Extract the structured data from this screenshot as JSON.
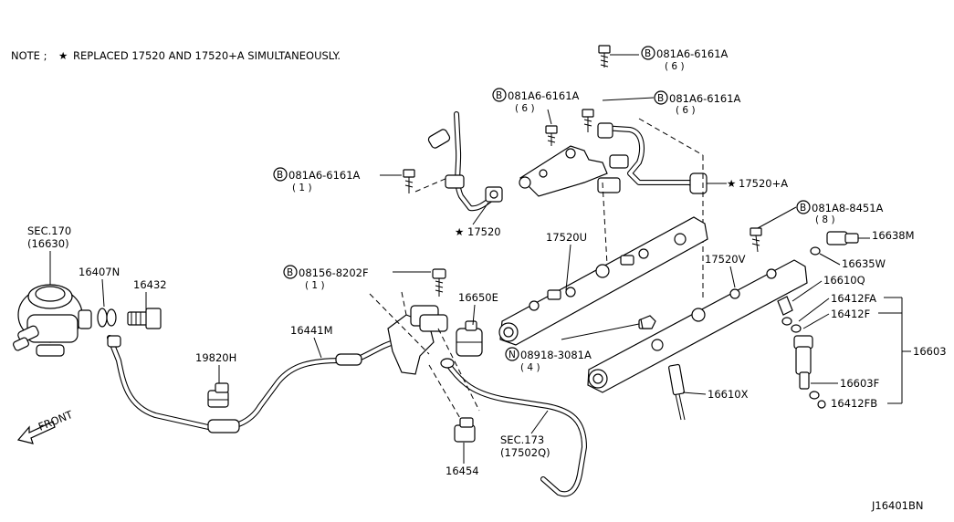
{
  "note": {
    "prefix": "NOTE ;",
    "text": "REPLACED 17520 AND 17520+A SIMULTANEOUSLY."
  },
  "diagram_code": "J16401BN",
  "front_label": "FRONT",
  "callouts": {
    "bolt_top": {
      "prefix": "B",
      "code": "081A6-6161A",
      "qty": "( 6 )"
    },
    "bolt_mid_left": {
      "prefix": "B",
      "code": "081A6-6161A",
      "qty": "( 6 )"
    },
    "bolt_mid_right": {
      "prefix": "B",
      "code": "081A6-6161A",
      "qty": "( 6 )"
    },
    "bolt_left": {
      "prefix": "B",
      "code": "081A6-6161A",
      "qty": "( 1 )"
    },
    "bolt_injector": {
      "prefix": "B",
      "code": "081A8-8451A",
      "qty": "( 8 )"
    },
    "bolt_bracket": {
      "prefix": "B",
      "code": "08156-8202F",
      "qty": "( 1 )"
    },
    "nut": {
      "prefix": "N",
      "code": "08918-3081A",
      "qty": "( 4 )"
    }
  },
  "labels": {
    "sec170": "SEC.170",
    "sec170_sub": "(16630)",
    "p16407N": "16407N",
    "p16432": "16432",
    "p19820H": "19820H",
    "p16441M": "16441M",
    "p16650E": "16650E",
    "p16454": "16454",
    "sec173": "SEC.173",
    "sec173_sub": "(17502Q)",
    "p17520": "17520",
    "p17520A": "17520+A",
    "p17520U": "17520U",
    "p17520V": "17520V",
    "p16638M": "16638M",
    "p16635W": "16635W",
    "p16610Q": "16610Q",
    "p16412FA": "16412FA",
    "p16412F": "16412F",
    "p16603": "16603",
    "p16603F": "16603F",
    "p16412FB": "16412FB",
    "p16610X": "16610X"
  },
  "star_symbol": "★"
}
